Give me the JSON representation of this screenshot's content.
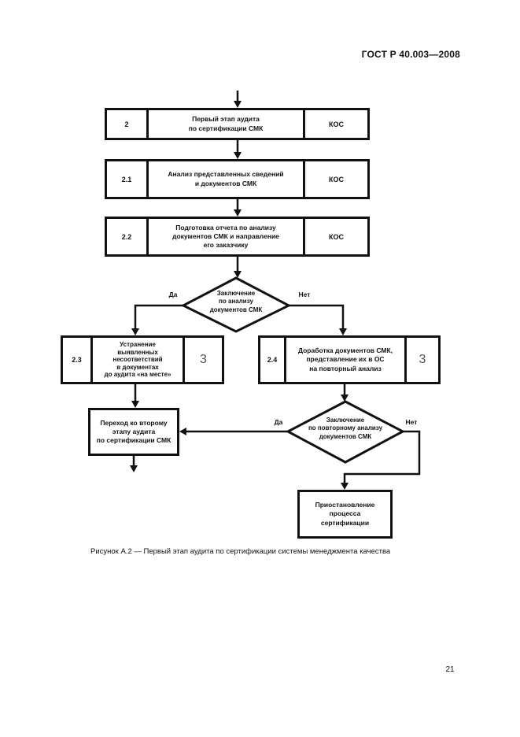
{
  "page": {
    "header": "ГОСТ Р 40.003—2008",
    "caption": "Рисунок А.2 — Первый этап аудита по сертификации системы менеджмента качества",
    "page_number": "21"
  },
  "flowchart": {
    "steps": [
      {
        "num": "2",
        "text": "Первый этап аудита\nпо сертификации СМК",
        "resp": "КОС"
      },
      {
        "num": "2.1",
        "text": "Анализ представленных сведений\nи документов СМК",
        "resp": "КОС"
      },
      {
        "num": "2.2",
        "text": "Подготовка отчета по анализу\nдокументов СМК и направление\nего заказчику",
        "resp": "КОС"
      }
    ],
    "decision1": {
      "text": "Заключение\nпо анализу\nдокументов СМК",
      "yes_label": "Да",
      "no_label": "Нет"
    },
    "fix_box": {
      "num": "2.3",
      "text": "Устранение\nвыявленных\nнесоответствий\nв документах\nдо аудита «на месте»",
      "ref": "3"
    },
    "rework_box": {
      "num": "2.4",
      "text": "Доработка документов СМК,\nпредставление их в ОС\nна повторный анализ",
      "ref": "3"
    },
    "decision2": {
      "text": "Заключение\nпо повторному анализу\nдокументов СМК",
      "yes_label": "Да",
      "no_label": "Нет"
    },
    "transition_box": {
      "text": "Переход ко второму\nэтапу аудита\nпо сертификации СМК"
    },
    "suspension_box": {
      "text": "Приостановление\nпроцесса\nсертификации"
    }
  }
}
